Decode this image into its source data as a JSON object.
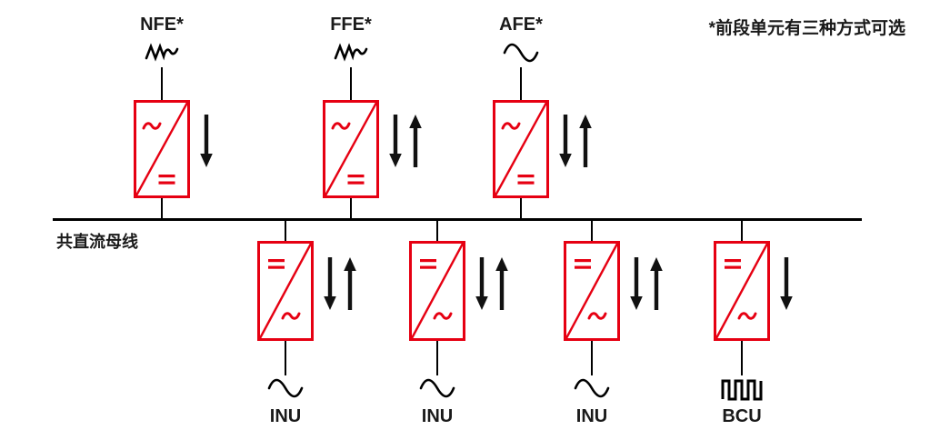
{
  "footnote": "*前段单元有三种方式可选",
  "bus": {
    "label": "共直流母线"
  },
  "top_units": [
    {
      "label": "NFE*",
      "source": "distorted-ac",
      "direction": "down"
    },
    {
      "label": "FFE*",
      "source": "distorted-ac",
      "direction": "bidirectional"
    },
    {
      "label": "AFE*",
      "source": "sine-ac",
      "direction": "bidirectional"
    }
  ],
  "bottom_units": [
    {
      "label": "INU",
      "load": "sine-ac",
      "direction": "bidirectional"
    },
    {
      "label": "INU",
      "load": "sine-ac",
      "direction": "bidirectional"
    },
    {
      "label": "INU",
      "load": "sine-ac",
      "direction": "bidirectional"
    },
    {
      "label": "BCU",
      "load": "square-wave",
      "direction": "down"
    }
  ],
  "colors": {
    "converter": "#e60012",
    "line": "#000000"
  }
}
